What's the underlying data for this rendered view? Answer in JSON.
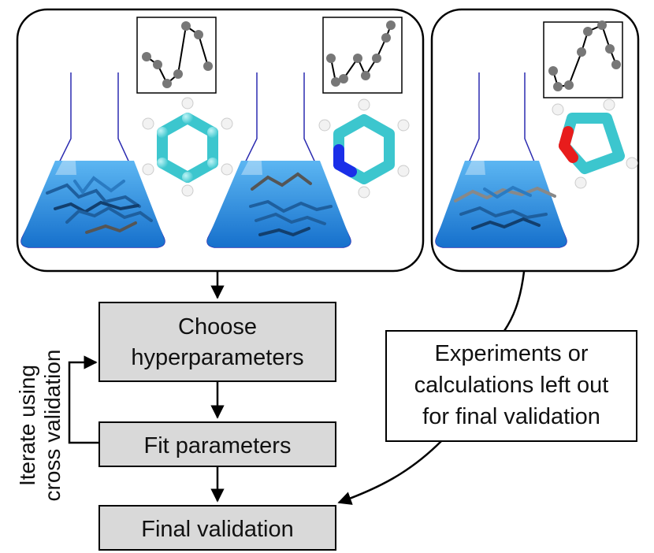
{
  "steps": {
    "choose_line1": "Choose",
    "choose_line2": "hyperparameters",
    "fit": "Fit parameters",
    "final": "Final validation"
  },
  "side_label": {
    "line1": "Iterate using",
    "line2": "cross validation"
  },
  "holdout_note": {
    "line1": "Experiments or",
    "line2": "calculations left out",
    "line3": "for final validation"
  },
  "colors": {
    "step_fill": "#d9d9d9",
    "liquid": "#2f8fe0",
    "flask_outline": "#2b2bb0",
    "carbon": "#5fd6dc",
    "nitrogen": "#1a2fe8",
    "oxygen": "#e81c1c",
    "hydrogen": "#ffffff",
    "plot_marker": "#777777",
    "peptide": "#1e5f9e"
  },
  "icons": [
    "flask-icon",
    "benzene-molecule-icon",
    "pyridine-molecule-icon",
    "thf-molecule-icon",
    "peptide-structure-icon",
    "line-plot-thumbnail-icon"
  ]
}
